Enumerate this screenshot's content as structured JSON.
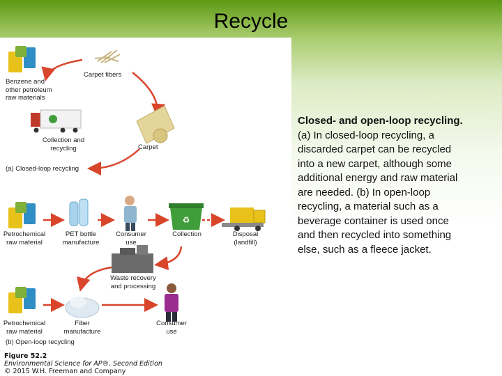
{
  "title": "Recycle",
  "figure": {
    "closed_loop": {
      "carpet_fibers": "Carpet fibers",
      "benzene": "Benzene and other petroleum raw materials",
      "collection": "Collection and recycling",
      "carpet": "Carpet",
      "panel_label": "(a) Closed-loop recycling"
    },
    "open_loop": {
      "petrochemical_1": "Petrochemical raw material",
      "pet_bottle": "PET bottle manufacture",
      "consumer_use_1": "Consumer use",
      "collection": "Collection",
      "disposal": "Disposal (landfill)",
      "waste_recovery": "Waste recovery and processing",
      "petrochemical_2": "Petrochemical raw material",
      "fiber": "Fiber manufacture",
      "consumer_use_2": "Consumer use",
      "panel_label": "(b) Open-loop recycling"
    },
    "credit": {
      "figure_number": "Figure 52.2",
      "book": "Environmental Science for AP®, Second Edition",
      "copyright": "© 2015 W.H. Freeman and Company"
    }
  },
  "caption": {
    "bold": "Closed- and open-loop recycling.",
    "body": " (a) In closed-loop recycling, a discarded carpet can be recycled into a new carpet, although some additional energy and raw material are needed. (b) In open-loop recycling, a material such as a beverage container is used once and then recycled into something else, such as a fleece jacket."
  },
  "colors": {
    "header_green": "#5d9a14",
    "arrow_red": "#d9452b",
    "barrel_yellow": "#e8c21a",
    "barrel_blue": "#2f8fc4",
    "barrel_green": "#7fb03a",
    "bin_green": "#3f9e3a"
  }
}
